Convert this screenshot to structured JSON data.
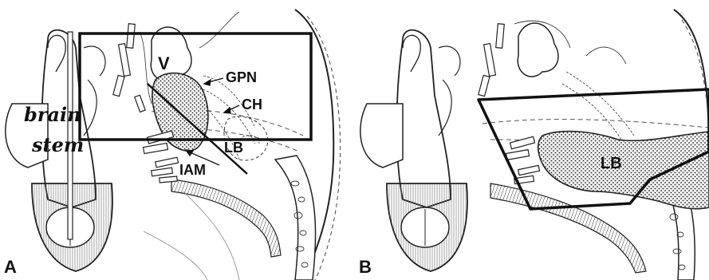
{
  "figure": {
    "panel_a": {
      "letter": "A",
      "labels": {
        "brain": "brain",
        "stem": "stem",
        "v": "V",
        "gpn": "GPN",
        "ch": "CH",
        "lb": "LB",
        "iam": "IAM"
      }
    },
    "panel_b": {
      "letter": "B",
      "labels": {
        "lb": "LB"
      }
    }
  }
}
